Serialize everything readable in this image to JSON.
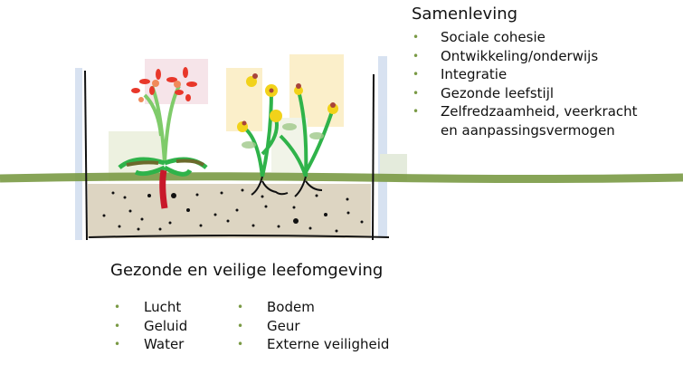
{
  "society": {
    "title": "Samenleving",
    "items": [
      "Sociale cohesie",
      "Ontwikkeling/onderwijs",
      "Integratie",
      "Gezonde leefstijl",
      "Zelfredzaamheid, veerkracht",
      "en aanpassingsvermogen"
    ]
  },
  "environment": {
    "title": "Gezonde en veilige leefomgeving",
    "col1": [
      "Lucht",
      "Geluid",
      "Water"
    ],
    "col2": [
      "Bodem",
      "Geur",
      "Externe veiligheid"
    ]
  },
  "bullet": "•",
  "colors": {
    "soil": "#ddd5c2",
    "grass": "#7a9a45",
    "red_flower": "#e8372a",
    "yellow_flower": "#f2d21a",
    "stem": "#2fb34a"
  }
}
